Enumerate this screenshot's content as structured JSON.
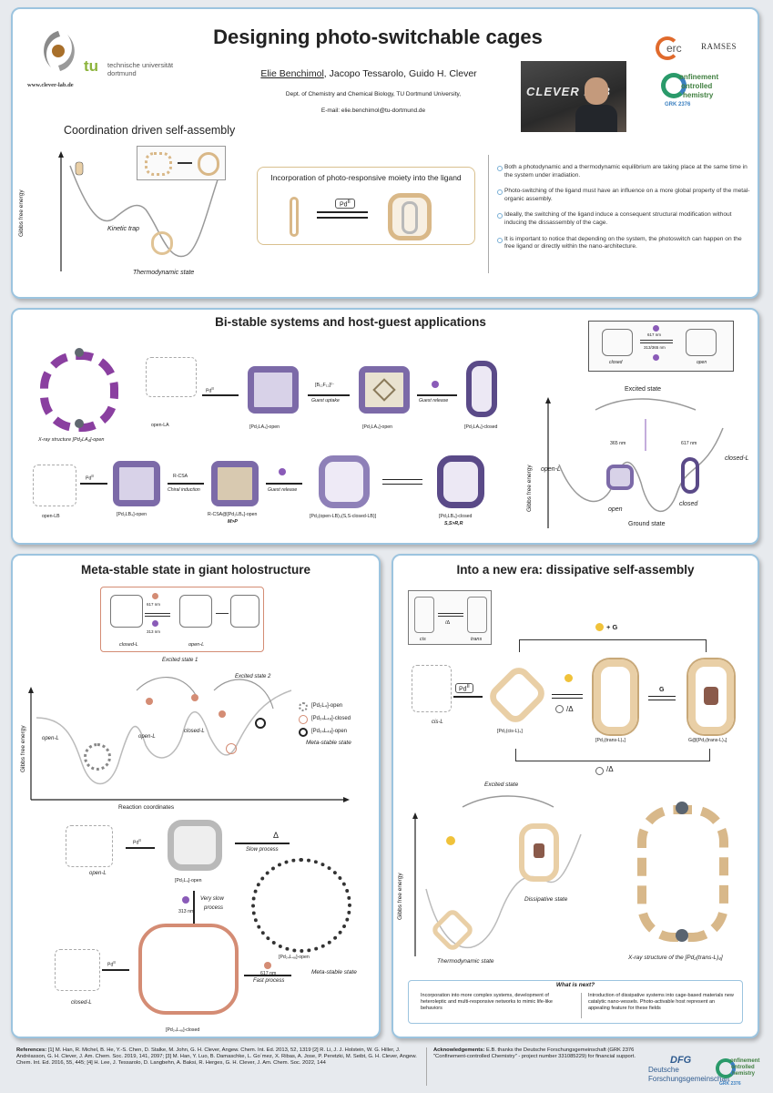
{
  "header": {
    "title": "Designing photo-switchable cages",
    "authors_first": "Elie Benchimol",
    "authors_rest": ", Jacopo Tessarolo, Guido H. Clever",
    "department": "Dept. of Chemistry and Chemical Biology, TU Dortmund University,",
    "email": "E-mail: elie.benchimol@tu-dortmund.de",
    "logo_tu_line1": "technische universität",
    "logo_tu_line2": "dortmund",
    "logo_tu_mark": "tu",
    "website": "www.clever-lab.de",
    "logo_erc": "erc",
    "logo_ramses": "RAMSES",
    "logo_grk_line1": "onfinement",
    "logo_grk_line2": "ontrolled",
    "logo_grk_line3": "hemistry",
    "logo_grk_code": "GRK 2376",
    "photo_sign": "CLEVER LAB"
  },
  "section1": {
    "title": "Coordination driven self-assembly",
    "y_axis": "Gibbs free energy",
    "kinetic_trap": "Kinetic trap",
    "thermo_state": "Thermodynamic state",
    "box_title": "Incorporation of photo-responsive moiety into the ligand",
    "pd_label": "Pd",
    "bullets": [
      "Both a photodynamic and a thermodynamic equilibrium are taking place at the same time in the system under irradiation.",
      "Photo-switching of the ligand must have an influence on a more global property of the metal-organic assembly.",
      "Ideally, the switching of the ligand induce a consequent structural modification without inducing the dissassembly of the cage.",
      "It is important to notice that depending on the system, the photoswitch can happen on the free ligand or directly within the nano-architecture."
    ]
  },
  "section2": {
    "title": "Bi-stable systems and host-guest applications",
    "xray_label": "X-ray structure [Pd₂LA₄]-open",
    "open_la": "open-LA",
    "pd_open": "[Pd₂LA₄]-open",
    "guest": "[B₁₂F₁₂]²⁻",
    "guest_uptake": "Guest uptake",
    "pd_open_guest": "[Pd₂LA₄]-open",
    "guest_release": "Guest release",
    "pd_closed": "[Pd₂LA₄]-closed",
    "open_lb": "open-LB",
    "pd_lb_open": "[Pd₂LB₄]-open",
    "rcsa": "R-CSA",
    "chiral": "Chiral induction",
    "rcsa_cage": "R-CSA@[Pd₂LB₄]-open",
    "mp": "M>P",
    "guest_release2": "Guest release",
    "mixed": "[Pd₂(open-LB)₃(S,S-closed-LB)]",
    "pd_lb_closed": "[Pd₂LB₄]-closed",
    "ss": "S,S>R,R",
    "switch_closed": "closed",
    "switch_open": "open",
    "switch_nm1": "617 nm",
    "switch_nm2": "313/365 nm",
    "excited": "Excited state",
    "ground": "Ground state",
    "gfe": "Gibbs free energy",
    "open_l": "open-L",
    "closed_l": "closed-L",
    "open": "open",
    "closed": "closed",
    "nm365": "365 nm",
    "nm617": "617 nm"
  },
  "section3": {
    "title": "Meta-stable state in giant holostructure",
    "closed_l": "closed-L",
    "open_l": "open-L",
    "nm617": "617 nm",
    "nm313": "313 nm",
    "excited1": "Excited state 1",
    "excited2": "Excited state 2",
    "gfe": "Gibbs free energy",
    "reaction": "Reaction coordinates",
    "legend": [
      "[Pd₂L₄]-open",
      "[Pd₂₄L₄₈]-closed",
      "[Pd₂₄L₄₈]-open",
      "Meta-stable state"
    ],
    "e_open_l": "open-L",
    "e_open_l2": "open-L",
    "e_closed_l": "closed-L",
    "b_open_l": "open-L",
    "b_pd": "[Pd₂L₄]-open",
    "delta": "Δ",
    "slow": "Slow process",
    "very_slow1": "Very slow",
    "very_slow2": "process",
    "nm313b": "313 nm",
    "b_closed_l": "closed-L",
    "big_closed": "[Pd₂₄L₄₈]-closed",
    "big_open": "[Pd₂₄L₄₈]-open",
    "fast": "Fast process",
    "nm617b": "617 nm",
    "meta": "Meta-stable state"
  },
  "section4": {
    "title": "Into a new era: dissipative self-assembly",
    "cis": "cis",
    "trans": "trans",
    "delta": "/Δ",
    "plus_g": "+ G",
    "cis_l": "cis-L",
    "pd": "Pd",
    "pd_cis": "[Pd₂(cis-L)₄]",
    "pd_trans": "[Pd₂(trans-L)₄]",
    "g": "G",
    "g_trans": "G@[Pd₂(trans-L)₄]",
    "slash_delta": "/Δ",
    "excited": "Excited state",
    "gfe": "Gibbs free energy",
    "dissipative": "Dissipative state",
    "thermo": "Thermodynamic state",
    "xray": "X-ray structure of the [Pd₂(trans-L)₄]",
    "next_title": "What is next?",
    "next_left": "Incorporation into more complex systems, development of heteroleptic and multi-responsive networks to mimic life-like behaviors",
    "next_right": "Introduction of dissipative systems into cage-based materials new catalytic nano-vessels. Photo-activable host represent an appealing feature for these fields"
  },
  "footer": {
    "references_label": "References:",
    "references": " [1] M. Han, R. Michel, B. He, Y.-S. Chen, D. Stalke, M. John, G. H. Clever, Angew. Chem. Int. Ed. 2013, 52, 1319 [2] R. Li, J. J. Holstein, W. G. Hiller, J. Andréasson, G. H. Clever, J. Am. Chem. Soc. 2019, 141, 2097; [3] M. Han, Y. Luo, B. Damaschke, L. Go´mez, X. Ribas, A. Jose, P. Peretzki, M. Seibt, G. H. Clever, Angew. Chem. Int. Ed. 2016, 55, 445; [4] H. Lee, J. Tessarolo, D. Langbehn, A. Baksi, R. Herges, G. H. Clever, J. Am. Chem. Soc. 2022, 144",
    "ack_label": "Acknowledgements:",
    "ack": " E.B. thanks the Deutsche Forschungsgemeinschaft (GRK 2376 \"Confinement-controlled Chemistry\" - project number 331085229) for financial support.",
    "dfg_line1": "Deutsche",
    "dfg_line2": "Forschungsgemeinschaft",
    "dfg_mark": "DFG",
    "grk1": "onfinement",
    "grk2": "ontrolled",
    "grk3": "hemistry",
    "grk_code": "GRK 2376"
  },
  "colors": {
    "panel_border": "#9cc4df",
    "cage_purple": "#7c6aa8",
    "cage_tan": "#e9cfa6",
    "cage_orange": "#d48c74",
    "bulb": "#8a5bb8",
    "bulb_yellow": "#f0c23a"
  }
}
